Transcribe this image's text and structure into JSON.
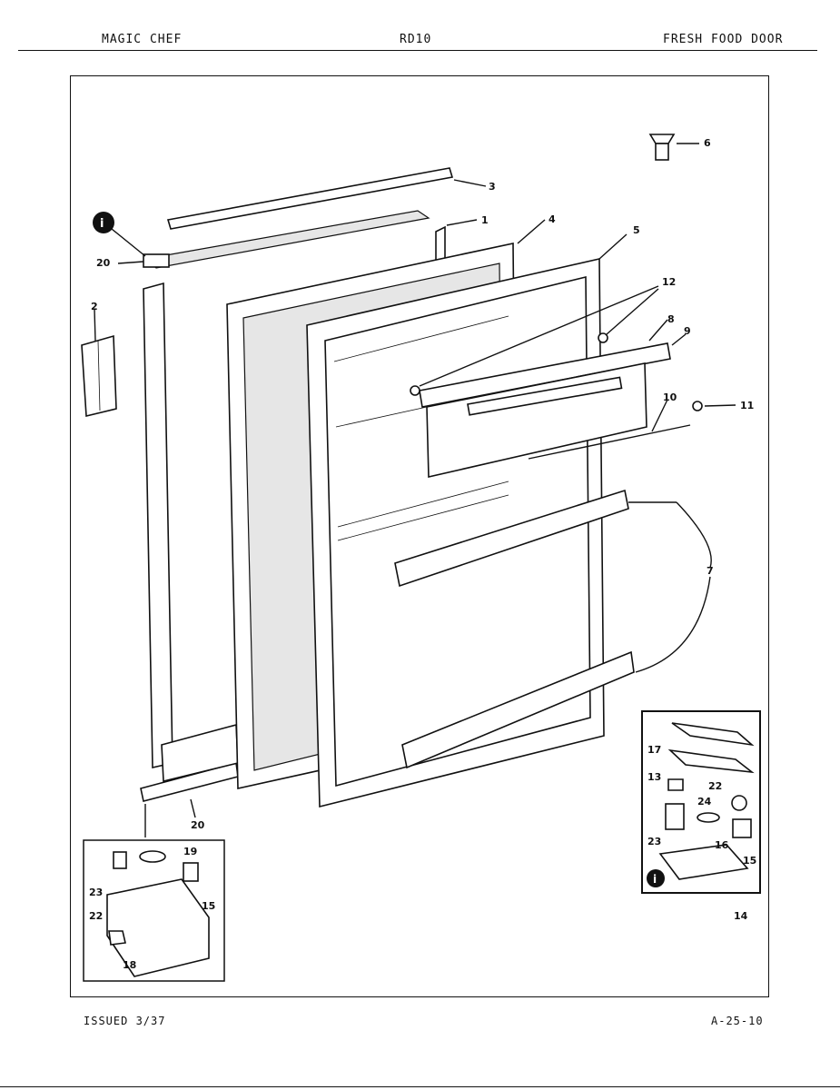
{
  "header": {
    "left": "MAGIC CHEF",
    "center": "RD10",
    "right": "FRESH FOOD DOOR"
  },
  "footer": {
    "left": "ISSUED 3/37",
    "right": "A-25-10"
  },
  "diagram": {
    "callouts": [
      "1",
      "2",
      "3",
      "4",
      "5",
      "6",
      "7",
      "8",
      "9",
      "10",
      "11",
      "12",
      "13",
      "14",
      "15",
      "16",
      "17",
      "18",
      "19",
      "20",
      "22",
      "23",
      "24"
    ],
    "inset_left_callouts": [
      "19",
      "23",
      "15",
      "22",
      "18"
    ],
    "inset_right_callouts": [
      "17",
      "13",
      "22",
      "24",
      "23",
      "16",
      "15",
      "14"
    ],
    "secondary_20": "20"
  }
}
